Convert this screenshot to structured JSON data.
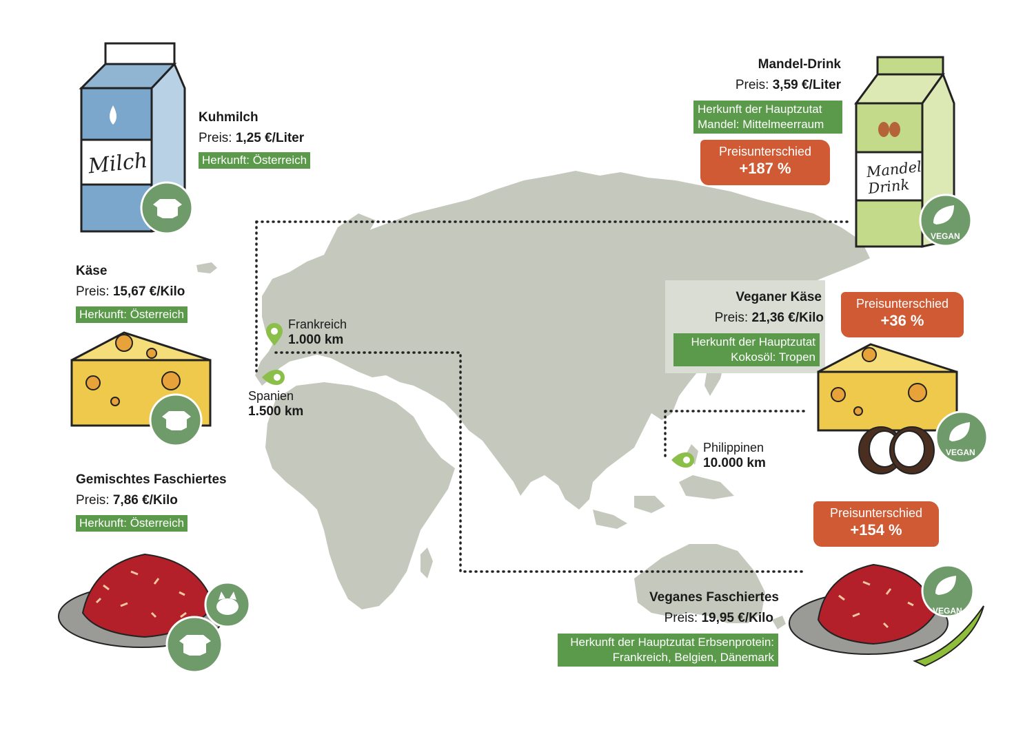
{
  "left_products": {
    "kuhmilch": {
      "name": "Kuhmilch",
      "price_label": "Preis:",
      "price_value": "1,25 €/Liter",
      "origin": "Herkunft: Österreich",
      "carton_label": "Milch",
      "icon": "cow-icon"
    },
    "kaese": {
      "name": "Käse",
      "price_label": "Preis:",
      "price_value": "15,67 €/Kilo",
      "origin": "Herkunft: Österreich",
      "icon": "cow-icon"
    },
    "faschiertes": {
      "name": "Gemischtes Faschiertes",
      "price_label": "Preis:",
      "price_value": "7,86 €/Kilo",
      "origin": "Herkunft: Österreich",
      "icons": [
        "pig-icon",
        "cow-icon"
      ]
    }
  },
  "right_products": {
    "mandel_drink": {
      "name": "Mandel-Drink",
      "price_label": "Preis:",
      "price_value": "3,59 €/Liter",
      "origin_line1": "Herkunft der Hauptzutat",
      "origin_line2": "Mandel: Mittelmeerraum",
      "diff_label": "Preisunterschied",
      "diff_value": "+187 %",
      "carton_label_1": "Mandel",
      "carton_label_2": "Drink",
      "badge": "VEGAN"
    },
    "veganer_kaese": {
      "name": "Veganer Käse",
      "price_label": "Preis:",
      "price_value": "21,36 €/Kilo",
      "origin_line1": "Herkunft der Hauptzutat",
      "origin_line2": "Kokosöl: Tropen",
      "diff_label": "Preisunterschied",
      "diff_value": "+36 %",
      "badge": "VEGAN"
    },
    "veganes_faschiertes": {
      "name": "Veganes Faschiertes",
      "price_label": "Preis:",
      "price_value": "19,95 €/Kilo",
      "origin_line1": "Herkunft der Hauptzutat Erbsenprotein:",
      "origin_line2": "Frankreich, Belgien, Dänemark",
      "diff_label": "Preisunterschied",
      "diff_value": "+154 %",
      "badge": "VEGAN"
    }
  },
  "locations": {
    "frankreich": {
      "name": "Frankreich",
      "distance": "1.000 km"
    },
    "spanien": {
      "name": "Spanien",
      "distance": "1.500 km"
    },
    "philippinen": {
      "name": "Philippinen",
      "distance": "10.000 km"
    }
  },
  "colors": {
    "map": "#c5c9bd",
    "origin_green": "#5a9a4a",
    "diff_orange": "#cf5a34",
    "badge_green": "#6f9a6a",
    "pin_green": "#8bbf4a"
  }
}
